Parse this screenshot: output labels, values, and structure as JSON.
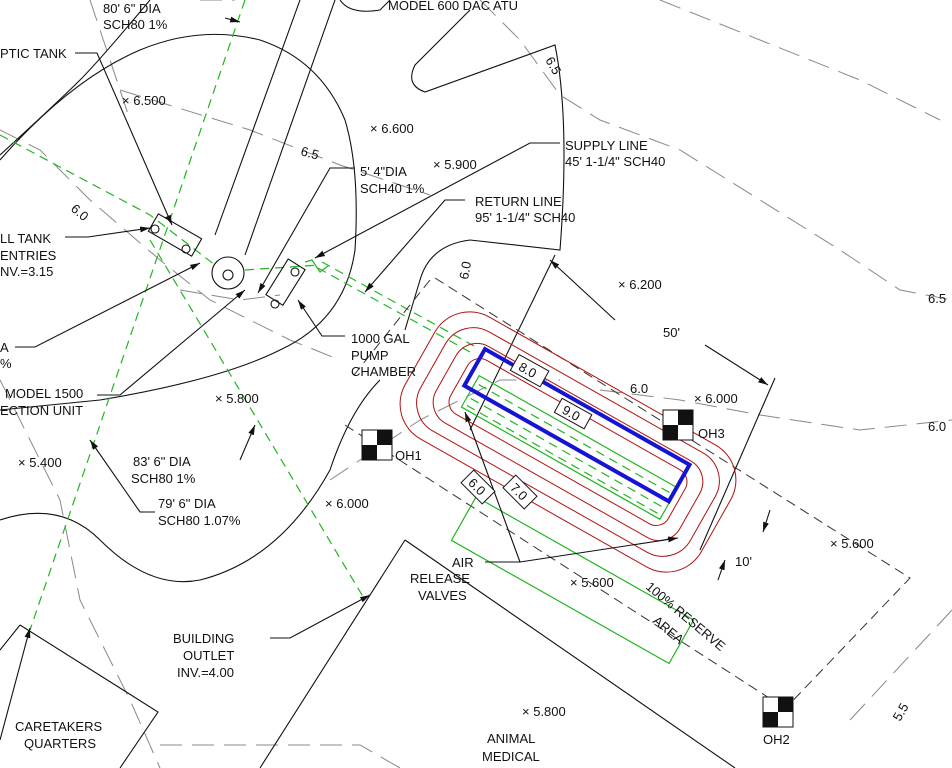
{
  "colors": {
    "linework": "#111111",
    "contour": "#888888",
    "pipe_green": "#22b522",
    "drainfield_red": "#b01010",
    "bed_blue": "#1414d2"
  },
  "labels": {
    "top_pipe": [
      "80' 6\" DIA",
      "SCH80 1%"
    ],
    "septic_tank": "PTIC TANK",
    "atu": "MODEL 600 DAC ATU",
    "pipe_5_4": [
      "5' 4\"DIA",
      "SCH40 1%"
    ],
    "supply_line": [
      "SUPPLY LINE",
      "45' 1-1/4\" SCH40"
    ],
    "return_line": [
      "RETURN LINE",
      "95' 1-1/4\" SCH40"
    ],
    "tank_entries": [
      "LL TANK",
      "ENTRIES",
      "NV.=3.15"
    ],
    "left_partial": [
      "A",
      "%"
    ],
    "model_1500": [
      "MODEL 1500",
      "ECTION UNIT"
    ],
    "pump_chamber": [
      "1000 GAL",
      "PUMP",
      "CHAMBER"
    ],
    "pipe_83": [
      "83' 6\" DIA",
      "SCH80 1%"
    ],
    "pipe_79": [
      "79' 6\" DIA",
      "SCH80 1.07%"
    ],
    "air_release": [
      "AIR",
      "RELEASE",
      "VALVES"
    ],
    "reserve_area": [
      "100% RESERVE",
      "AREA"
    ],
    "building_outlet": [
      "BUILDING",
      "OUTLET",
      "INV.=4.00"
    ],
    "caretakers": [
      "CARETAKERS",
      "QUARTERS"
    ],
    "animal_medical": [
      "ANIMAL",
      "MEDICAL"
    ]
  },
  "spot_elevations": [
    "6.500",
    "6.600",
    "5.900",
    "6.200",
    "6.000",
    "5.800",
    "5.400",
    "6.000",
    "5.600",
    "5.600",
    "5.800"
  ],
  "contour_labels": [
    "6.5",
    "6.0",
    "6.5",
    "6.0",
    "6.5",
    "6.0",
    "6.0",
    "5.5"
  ],
  "field_contours": [
    "8.0",
    "9.0",
    "6.0",
    "7.0"
  ],
  "dimensions": [
    "50'",
    "10'"
  ],
  "observation_holes": [
    "OH1",
    "OH2",
    "OH3"
  ]
}
